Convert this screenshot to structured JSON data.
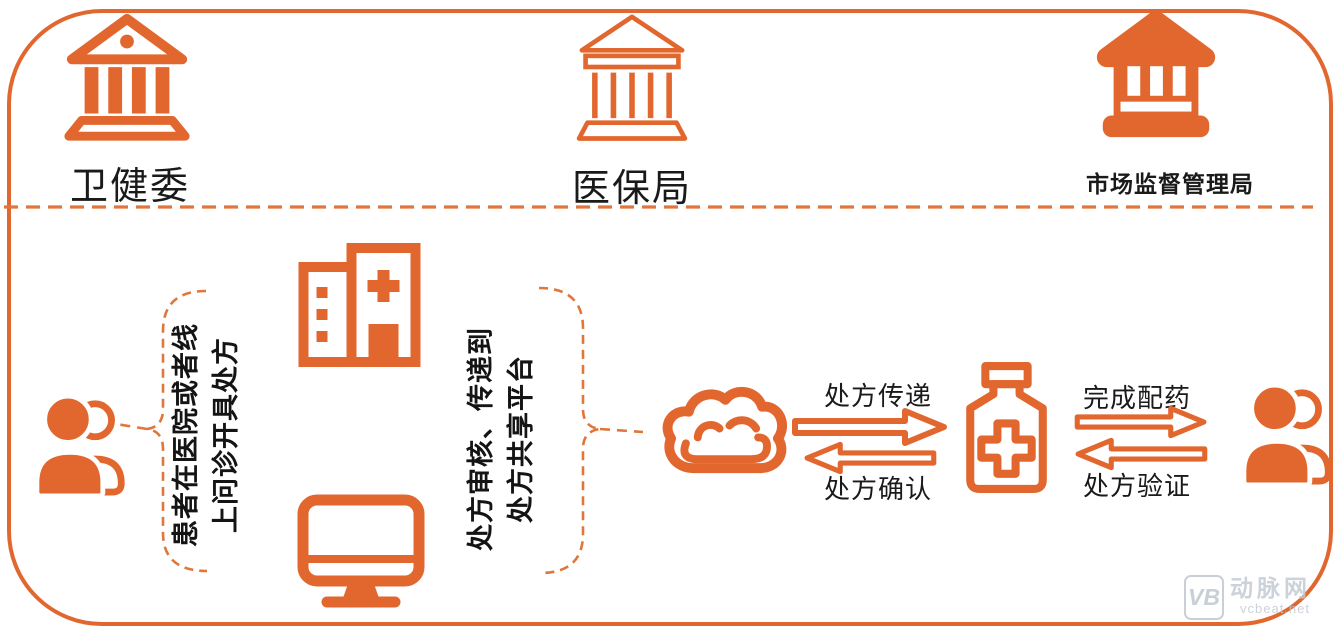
{
  "colors": {
    "accent": "#E2672F",
    "dashed_lines": "#E0763A",
    "label_text": "#1A1A1A",
    "watermark_gray": "#BFC7D0"
  },
  "regulators": [
    {
      "label": "卫健委",
      "icon": "government-building-outline-bold-icon"
    },
    {
      "label": "医保局",
      "icon": "government-building-outline-thin-icon"
    },
    {
      "label": "市场监督管理局",
      "icon": "government-building-solid-icon"
    }
  ],
  "flow": {
    "prescribe_note": {
      "line1": "患者在医院或者线",
      "line2": "上问诊开具处方"
    },
    "review_note": {
      "line1": "处方审核、传递到",
      "line2": "处方共享平台"
    },
    "cloud_to_pharmacy_label": "处方传递",
    "pharmacy_to_cloud_label": "处方确认",
    "pharmacy_to_patient_label": "完成配药",
    "patient_to_pharmacy_label": "处方验证",
    "icons": [
      "patients-icon",
      "hospital-icon",
      "desktop-monitor-icon",
      "cloud-platform-icon",
      "medicine-bottle-icon",
      "patients-icon"
    ]
  },
  "watermark": {
    "logo": "VB",
    "brand": "动脉网",
    "site": "vcbeat.net"
  }
}
